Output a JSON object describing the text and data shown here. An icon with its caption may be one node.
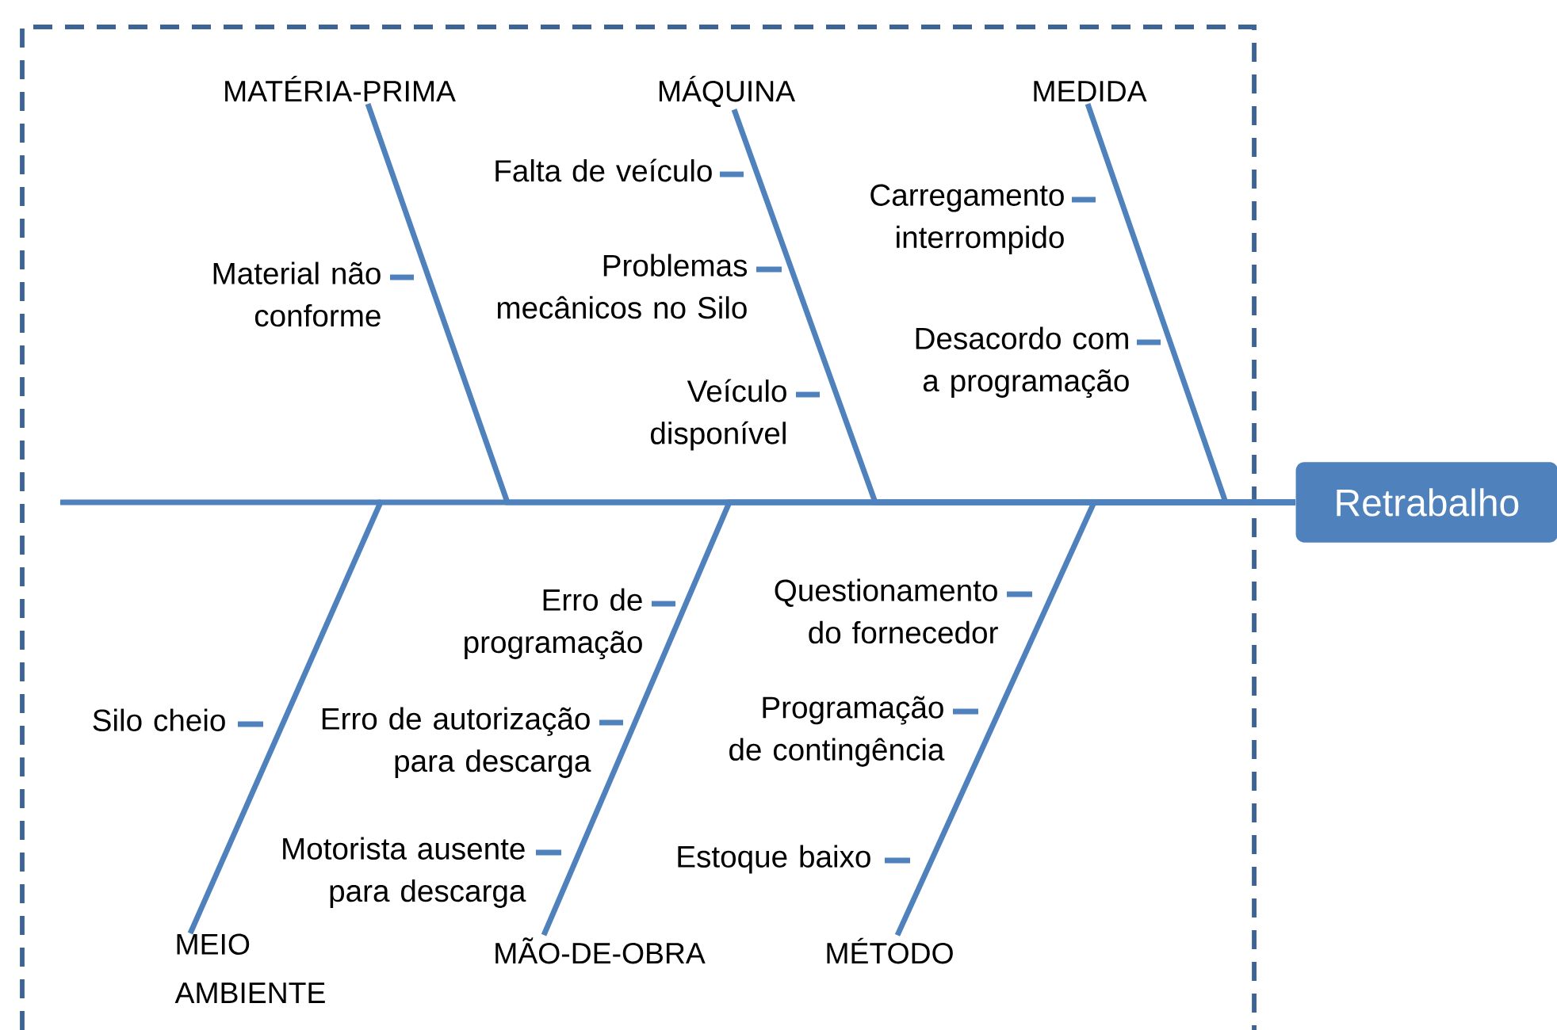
{
  "diagram": {
    "nodes": [
      {
        "text": [
          "MATÉRIA-PRIMA"
        ]
      },
      {
        "text": [
          "MÁQUINA"
        ]
      },
      {
        "text": [
          "MEDIDA"
        ]
      },
      {
        "text": [
          "Material não conforme"
        ]
      },
      {
        "text": [
          "Falta de veículo"
        ]
      },
      {
        "text": [
          "Problemas mecânicos no Silo"
        ]
      },
      {
        "text": [
          "Veículo disponível"
        ]
      },
      {
        "text": [
          "Carregamento interrompido"
        ]
      },
      {
        "text": [
          "Desacordo com a programação"
        ]
      },
      {
        "text": [
          "Retrabalho"
        ]
      },
      {
        "text": [
          "Silo cheio"
        ]
      },
      {
        "text": [
          "Erro de programação"
        ]
      },
      {
        "text": [
          "Erro de autorização para descarga"
        ]
      },
      {
        "text": [
          "Motorista ausente para descarga"
        ]
      },
      {
        "text": [
          "Questionamento do fornecedor"
        ]
      },
      {
        "text": [
          "Programação de contingência"
        ]
      },
      {
        "text": [
          "Estoque baixo"
        ]
      },
      {
        "text": [
          "MEIO AMBIENTE"
        ]
      },
      {
        "text": [
          "MÃO-DE-OBRA"
        ]
      },
      {
        "text": [
          "MÉTODO"
        ]
      }
    ],
    "edges": [
      {
        "from": 0,
        "to": 9,
        "arrow": "none"
      },
      {
        "from": 1,
        "to": 9,
        "arrow": "none"
      },
      {
        "from": 2,
        "to": 9,
        "arrow": "none"
      },
      {
        "from": 17,
        "to": 9,
        "arrow": "none"
      },
      {
        "from": 18,
        "to": 9,
        "arrow": "none"
      },
      {
        "from": 19,
        "to": 9,
        "arrow": "none"
      },
      {
        "from": 3,
        "to": null,
        "arrow": "none"
      },
      {
        "from": 4,
        "to": null,
        "arrow": "none"
      },
      {
        "from": 5,
        "to": null,
        "arrow": "none"
      },
      {
        "from": 6,
        "to": null,
        "arrow": "none"
      },
      {
        "from": 7,
        "to": null,
        "arrow": "none"
      },
      {
        "from": 8,
        "to": null,
        "arrow": "none"
      },
      {
        "from": 10,
        "to": null,
        "arrow": "none"
      },
      {
        "from": 11,
        "to": null,
        "arrow": "none"
      },
      {
        "from": 12,
        "to": null,
        "arrow": "none"
      },
      {
        "from": 13,
        "to": null,
        "arrow": "none"
      },
      {
        "from": 14,
        "to": null,
        "arrow": "none"
      },
      {
        "from": 15,
        "to": null,
        "arrow": "none"
      },
      {
        "from": 16,
        "to": null,
        "arrow": "none"
      }
    ]
  }
}
